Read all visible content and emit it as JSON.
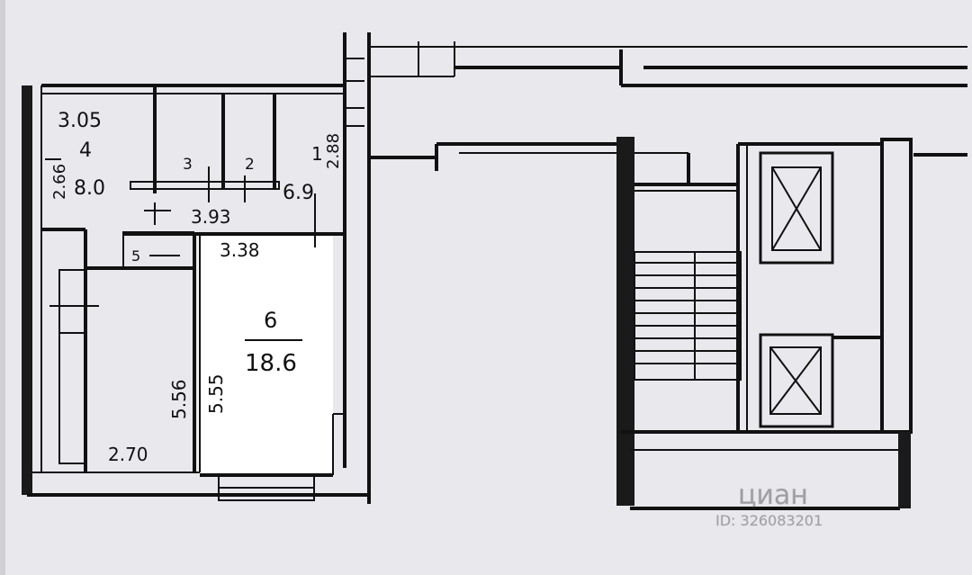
{
  "rooms": {
    "room4": {
      "number": "4",
      "area": "8.0",
      "dim_top": "3.05",
      "dim_side": "2.66"
    },
    "room3": {
      "number": "3"
    },
    "room2": {
      "number": "2"
    },
    "room1": {
      "number": "1",
      "area": "6.9",
      "dim_side": "2.88"
    },
    "room5": {
      "number": "5"
    },
    "room6": {
      "number": "6",
      "area": "18.6",
      "dim_top": "3.38",
      "dim_side": "5.55"
    }
  },
  "dimensions": {
    "corridor_width": "3.93",
    "left_room_height": "5.56",
    "bottom_width": "2.70"
  },
  "watermark": {
    "brand": "циан",
    "listing_id": "ID: 326083201"
  },
  "colors": {
    "paper": "#e9e8ed",
    "ink": "#111111",
    "highlight": "#ffffff"
  }
}
